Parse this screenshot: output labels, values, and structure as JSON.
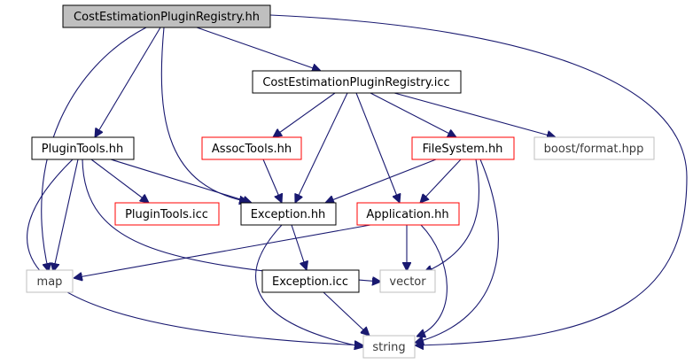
{
  "diagram": {
    "nodes": {
      "root": {
        "label": "CostEstimationPluginRegistry.hh",
        "kind": "root"
      },
      "icc": {
        "label": "CostEstimationPluginRegistry.icc",
        "kind": "documented"
      },
      "plugintools_hh": {
        "label": "PluginTools.hh",
        "kind": "documented"
      },
      "assoctools": {
        "label": "AssocTools.hh",
        "kind": "truncated"
      },
      "filesystem": {
        "label": "FileSystem.hh",
        "kind": "truncated"
      },
      "boost_format": {
        "label": "boost/format.hpp",
        "kind": "external"
      },
      "plugintools_icc": {
        "label": "PluginTools.icc",
        "kind": "truncated"
      },
      "exception_hh": {
        "label": "Exception.hh",
        "kind": "documented"
      },
      "application": {
        "label": "Application.hh",
        "kind": "truncated"
      },
      "map": {
        "label": "map",
        "kind": "external"
      },
      "vector": {
        "label": "vector",
        "kind": "external"
      },
      "exception_icc": {
        "label": "Exception.icc",
        "kind": "documented"
      },
      "string": {
        "label": "string",
        "kind": "external"
      }
    },
    "colors": {
      "edge": "#191970",
      "root_fill": "#bfbfbf",
      "documented_border": "#000000",
      "truncated_border": "#ff0000",
      "external_border": "#bfbfbf"
    }
  }
}
